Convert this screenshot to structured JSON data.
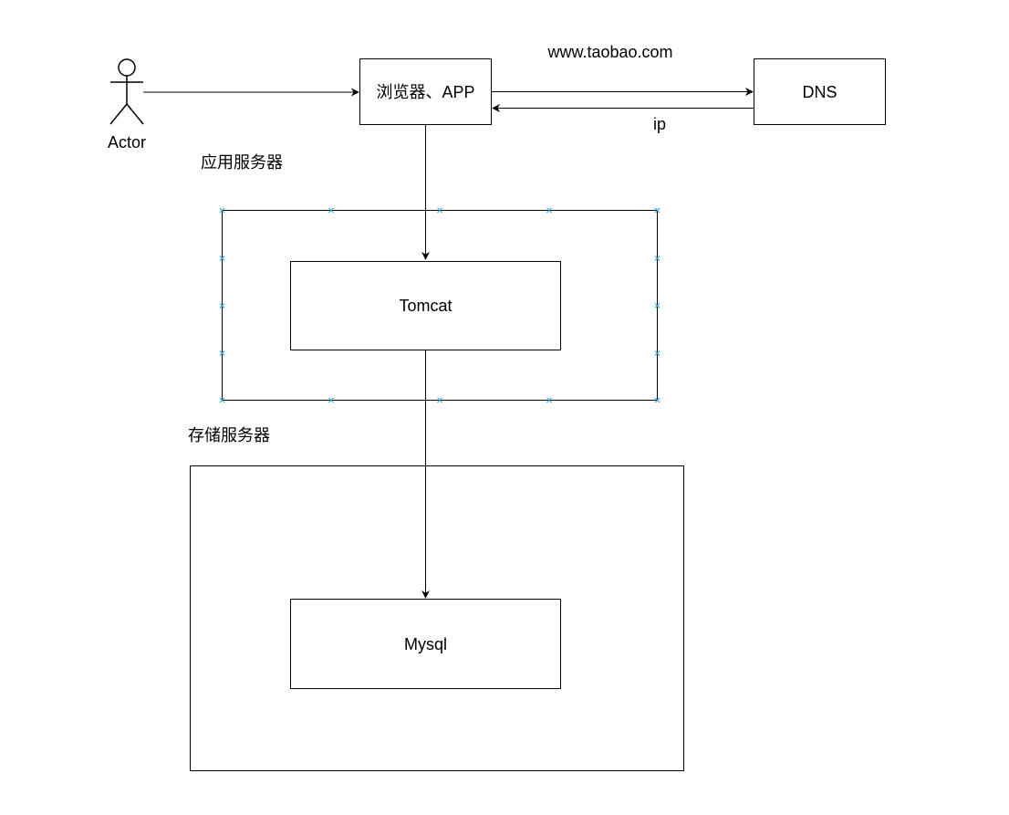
{
  "actor": {
    "label": "Actor"
  },
  "nodes": {
    "browser": {
      "label": "浏览器、APP"
    },
    "dns": {
      "label": "DNS"
    },
    "tomcat": {
      "label": "Tomcat"
    },
    "mysql": {
      "label": "Mysql"
    }
  },
  "groups": {
    "app_server": {
      "label": "应用服务器"
    },
    "storage_server": {
      "label": "存储服务器"
    }
  },
  "edges": {
    "request_label": "www.taobao.com",
    "response_label": "ip"
  },
  "colors": {
    "line": "#000000",
    "selection_handle": "#33aadd",
    "background": "#ffffff"
  }
}
